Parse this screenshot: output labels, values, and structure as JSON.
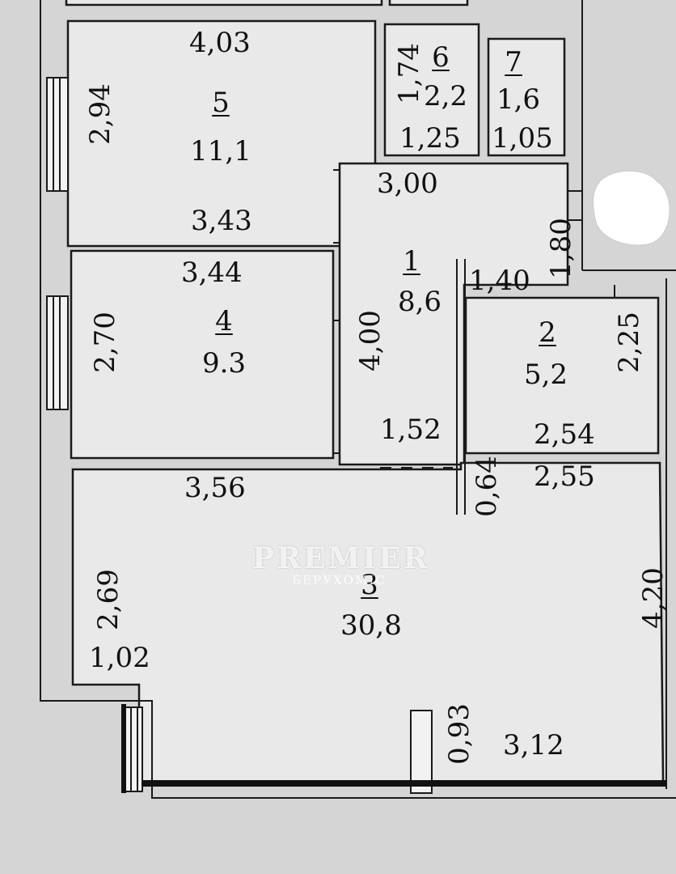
{
  "rooms": [
    {
      "id": "1",
      "number": "1",
      "area": "8,6"
    },
    {
      "id": "2",
      "number": "2",
      "area": "5,2"
    },
    {
      "id": "3",
      "number": "3",
      "area": "30,8"
    },
    {
      "id": "4",
      "number": "4",
      "area": "9.3"
    },
    {
      "id": "5",
      "number": "5",
      "area": "11,1"
    },
    {
      "id": "6",
      "number": "6",
      "area": "2,2"
    },
    {
      "id": "7",
      "number": "7",
      "area": "1,6"
    }
  ],
  "dimensions": {
    "r5_top": "4,03",
    "r5_left": "2,94",
    "r5_bottom": "3,43",
    "r6_left": "1,74",
    "r6_bottom": "1,25",
    "r7_bottom": "1,05",
    "r1_top": "3,00",
    "r1_right": "1,80",
    "r1_inner": "1,40",
    "r1_left": "4,00",
    "r1_bottom": "1,52",
    "r4_top": "3,44",
    "r4_left": "2,70",
    "r2_right": "2,25",
    "r2_bottom": "2,54",
    "r3_top_left": "3,56",
    "r3_top_right": "2,55",
    "r3_step": "0,64",
    "r3_left": "2,69",
    "r3_left_bottom": "1,02",
    "r3_right": "4,20",
    "r3_bottom_step": "0,93",
    "r3_bottom": "3,12"
  },
  "watermark": {
    "brand": "PREMIER",
    "sub": "БЕРУХОМІС"
  },
  "colors": {
    "background": "#d5d5d5",
    "room_fill": "#e8e8e8",
    "wall": "#1a1a1a"
  }
}
